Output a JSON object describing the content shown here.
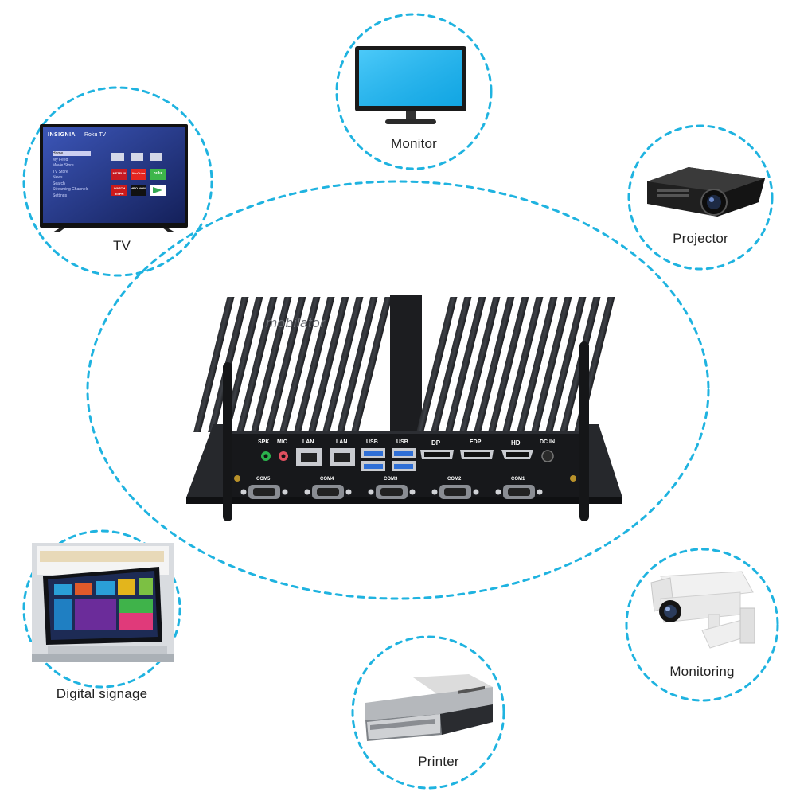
{
  "devices": {
    "monitor": {
      "label": "Monitor",
      "icon": "monitor-icon"
    },
    "tv": {
      "label": "TV",
      "icon": "tv-icon",
      "screen": {
        "brand": "INSIGNIA",
        "platform": "Roku TV",
        "menu": [
          "Home",
          "My Feed",
          "Movie Store",
          "TV Store",
          "News",
          "Search",
          "Streaming Channels",
          "Settings"
        ],
        "tiles": [
          "NETFLIX",
          "YouTube",
          "hulu",
          "WATCH",
          "HBO NOW",
          "ESPN"
        ]
      }
    },
    "projector": {
      "label": "Projector",
      "icon": "projector-icon"
    },
    "digital_signage": {
      "label": "Digital signage",
      "icon": "digital-signage-icon"
    },
    "monitoring": {
      "label": "Monitoring",
      "icon": "security-camera-icon"
    },
    "printer": {
      "label": "Printer",
      "icon": "printer-icon"
    }
  },
  "mini_pc": {
    "brand": "mobilator",
    "ports_top": [
      "SPK",
      "MIC",
      "LAN",
      "LAN",
      "USB",
      "USB",
      "DP",
      "EDP",
      "HD",
      "DC IN"
    ],
    "ports_bottom": [
      "COM5",
      "COM4",
      "COM3",
      "COM2",
      "COM1"
    ]
  },
  "colors": {
    "accent_dashed": "#1fb3e0",
    "chassis": "#1d1f22",
    "usb_blue": "#2f6fd6"
  }
}
